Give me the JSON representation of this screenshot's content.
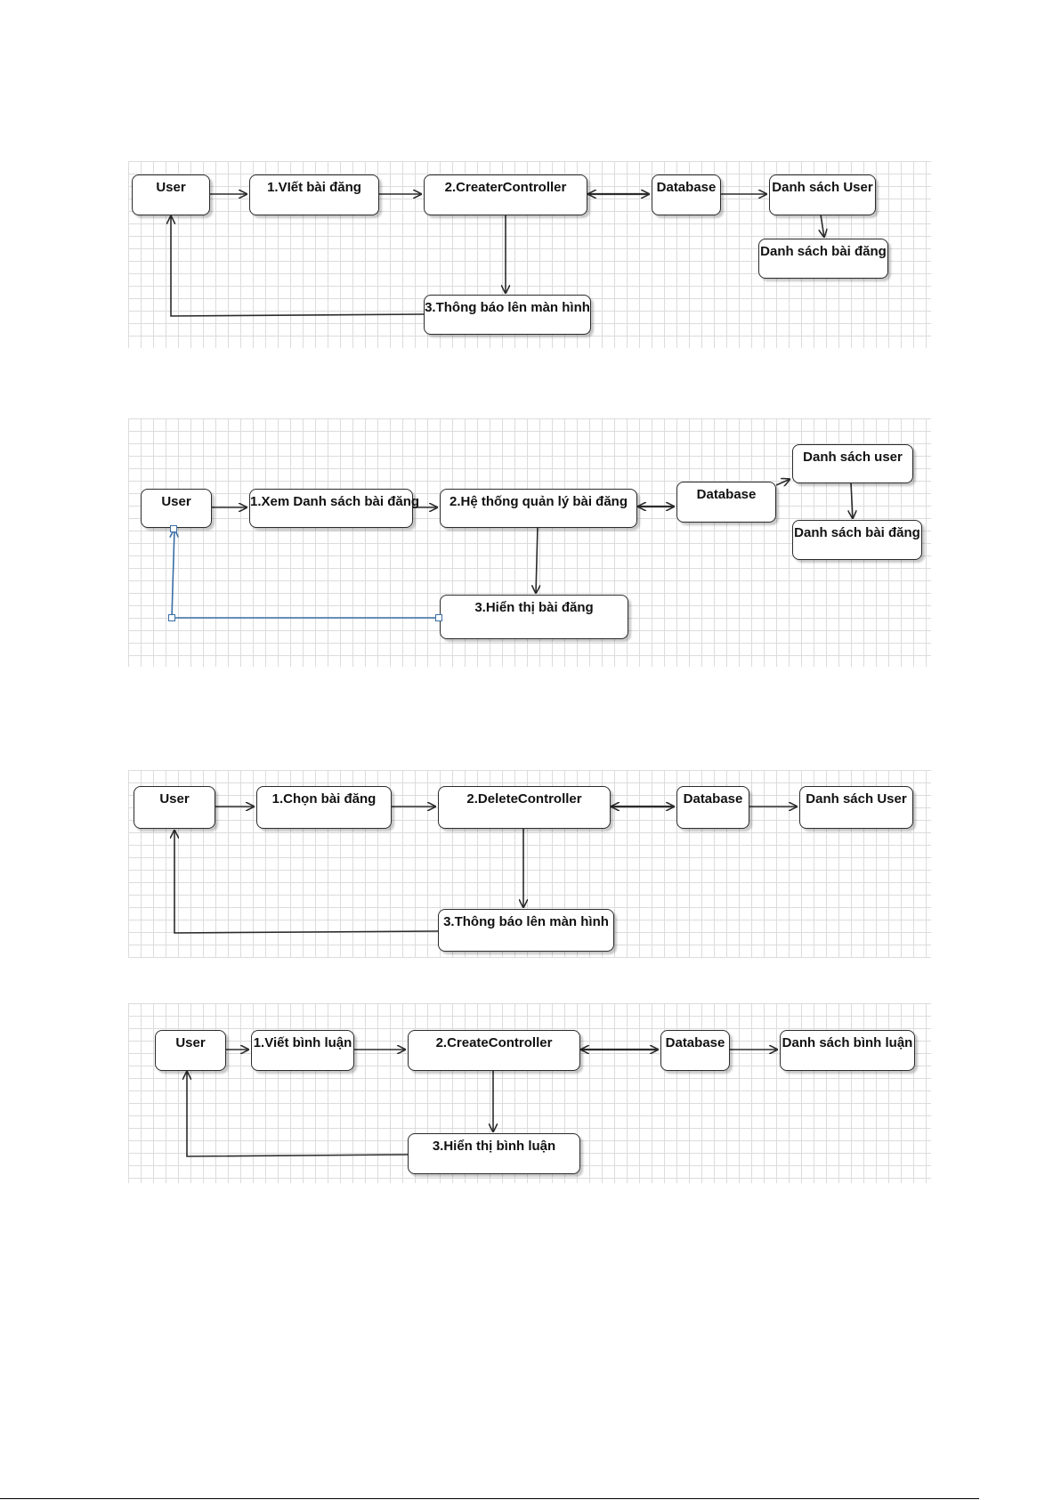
{
  "diagrams": [
    {
      "nodes": {
        "user": "User",
        "step1": "1.VIết bài đăng",
        "controller": "2.CreaterController",
        "database": "Database",
        "list_a": "Danh sách User",
        "list_b": "Danh sách bài đăng",
        "step3": "3.Thông báo lên màn hình"
      }
    },
    {
      "nodes": {
        "user": "User",
        "step1": "1.Xem Danh sách bài đăng",
        "controller": "2.Hệ thống quản lý bài đăng",
        "database": "Database",
        "list_a": "Danh sách user",
        "list_b": "Danh sách bài đăng",
        "step3": "3.Hiển thị bài đăng"
      }
    },
    {
      "nodes": {
        "user": "User",
        "step1": "1.Chọn bài đăng",
        "controller": "2.DeleteController",
        "database": "Database",
        "list_a": "Danh sách User",
        "step3": "3.Thông báo lên màn hình"
      }
    },
    {
      "nodes": {
        "user": "User",
        "step1": "1.Viết bình luận",
        "controller": "2.CreateController",
        "database": "Database",
        "list_a": "Danh sách bình luận",
        "step3": "3.Hiển thị bình luận"
      }
    }
  ],
  "colors": {
    "box_border": "#2b2b2b",
    "arrow": "#2b2b2b",
    "grid": "#dcdcdc",
    "selected_connector": "#3a6ea5"
  }
}
